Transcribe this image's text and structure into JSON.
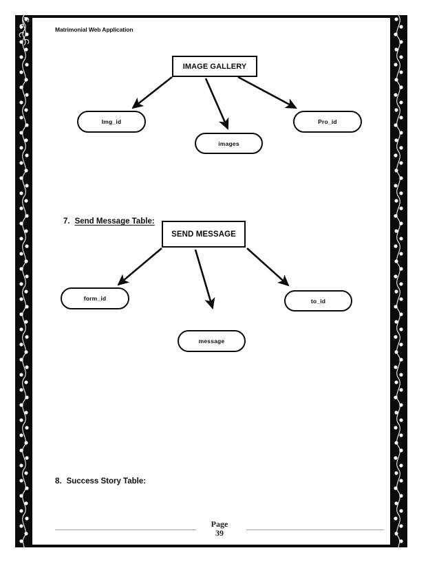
{
  "document": {
    "header": "Matrimonial Web Application",
    "page_label": "Page",
    "page_number": "39"
  },
  "sections": [
    {
      "number": "7.",
      "title": "Send Message Table:",
      "underlined": true
    },
    {
      "number": "8.",
      "title": "Success Story Table:",
      "underlined": false
    }
  ],
  "diagrams": [
    {
      "id": "image-gallery",
      "entity": "IMAGE GALLERY",
      "attributes": [
        {
          "label": "Img_id"
        },
        {
          "label": "images"
        },
        {
          "label": "Pro_id"
        }
      ]
    },
    {
      "id": "send-message",
      "entity": "SEND MESSAGE",
      "attributes": [
        {
          "label": "form_id"
        },
        {
          "label": "message"
        },
        {
          "label": "to_id"
        }
      ]
    }
  ],
  "colors": {
    "ink": "#0a0a0a",
    "paper": "#ffffff",
    "footer_rule": "#9aa3ad"
  }
}
